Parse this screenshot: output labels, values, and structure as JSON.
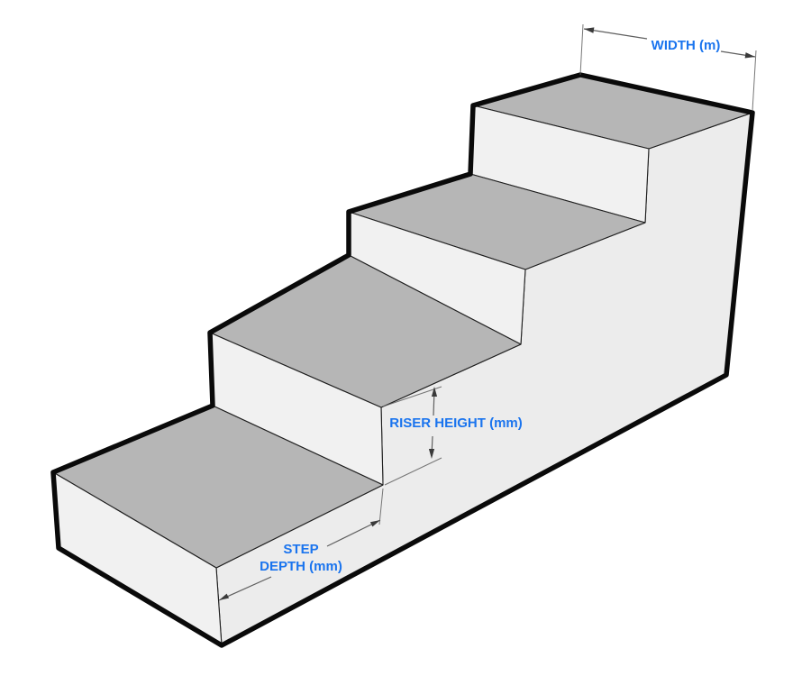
{
  "figure": {
    "type": "isometric-staircase-dimension-diagram",
    "steps": 4,
    "labels": {
      "width": "WIDTH (m)",
      "riser_height": "RISER HEIGHT (mm)",
      "step_depth_line1": "STEP",
      "step_depth_line2": "DEPTH (mm)"
    },
    "colors": {
      "background": "#ffffff",
      "label_blue": "#1a74ee",
      "tread_gray": "#b6b6b6",
      "riser_light": "#f1f1f1",
      "side_light": "#ececec",
      "outline_black": "#0a0a0a",
      "dimension_gray": "#5f5f5f"
    }
  }
}
